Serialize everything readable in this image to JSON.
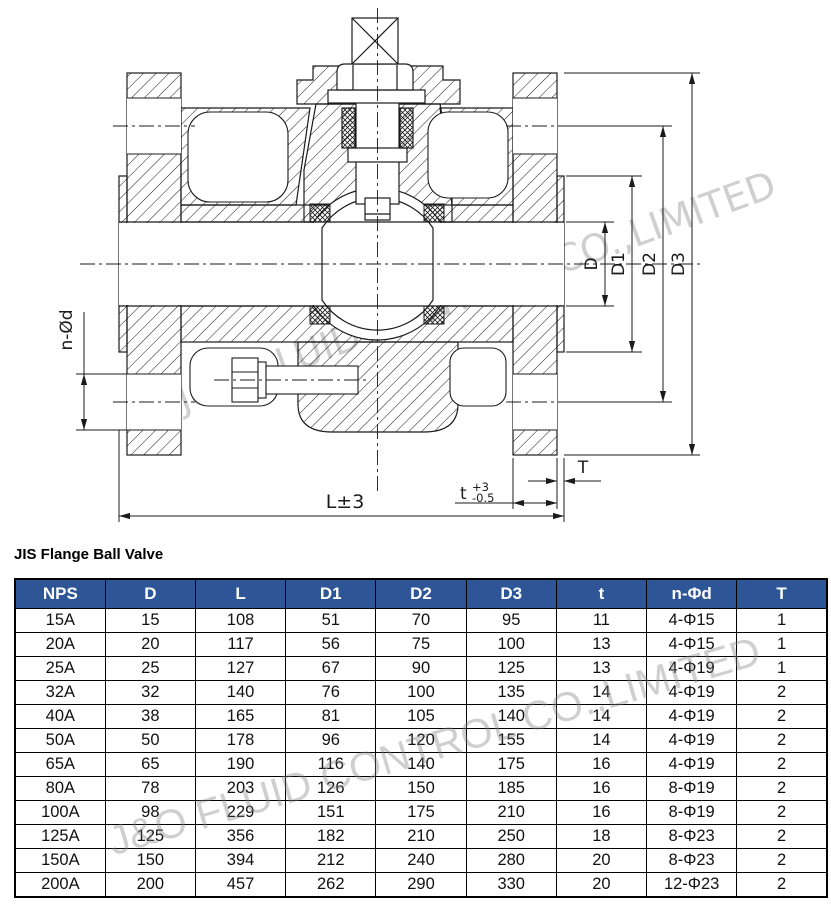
{
  "colors": {
    "header_bg": "#2E5596",
    "header_text": "#FFFFFF",
    "line": "#1b1b1b",
    "watermark": "rgba(128,128,128,0.38)"
  },
  "watermark_text": "J&O FLUID CONTROL CO.,LIMITED",
  "drawing": {
    "labels": {
      "d": "D",
      "d1": "D1",
      "d2": "D2",
      "d3": "D3",
      "n_phi_d": "n-Ød",
      "length": "L±3",
      "t_base": "t",
      "t_sup": "+3",
      "t_sub": "-0.5",
      "T": "T"
    }
  },
  "section": {
    "title": "JIS Flange Ball Valve"
  },
  "table": {
    "headers": [
      "NPS",
      "D",
      "L",
      "D1",
      "D2",
      "D3",
      "t",
      "n-Φd",
      "T"
    ],
    "rows": [
      [
        "15A",
        "15",
        "108",
        "51",
        "70",
        "95",
        "11",
        "4-Φ15",
        "1"
      ],
      [
        "20A",
        "20",
        "117",
        "56",
        "75",
        "100",
        "13",
        "4-Φ15",
        "1"
      ],
      [
        "25A",
        "25",
        "127",
        "67",
        "90",
        "125",
        "13",
        "4-Φ19",
        "1"
      ],
      [
        "32A",
        "32",
        "140",
        "76",
        "100",
        "135",
        "14",
        "4-Φ19",
        "2"
      ],
      [
        "40A",
        "38",
        "165",
        "81",
        "105",
        "140",
        "14",
        "4-Φ19",
        "2"
      ],
      [
        "50A",
        "50",
        "178",
        "96",
        "120",
        "155",
        "14",
        "4-Φ19",
        "2"
      ],
      [
        "65A",
        "65",
        "190",
        "116",
        "140",
        "175",
        "16",
        "4-Φ19",
        "2"
      ],
      [
        "80A",
        "78",
        "203",
        "126",
        "150",
        "185",
        "16",
        "8-Φ19",
        "2"
      ],
      [
        "100A",
        "98",
        "229",
        "151",
        "175",
        "210",
        "16",
        "8-Φ19",
        "2"
      ],
      [
        "125A",
        "125",
        "356",
        "182",
        "210",
        "250",
        "18",
        "8-Φ23",
        "2"
      ],
      [
        "150A",
        "150",
        "394",
        "212",
        "240",
        "280",
        "20",
        "8-Φ23",
        "2"
      ],
      [
        "200A",
        "200",
        "457",
        "262",
        "290",
        "330",
        "20",
        "12-Φ23",
        "2"
      ]
    ]
  }
}
